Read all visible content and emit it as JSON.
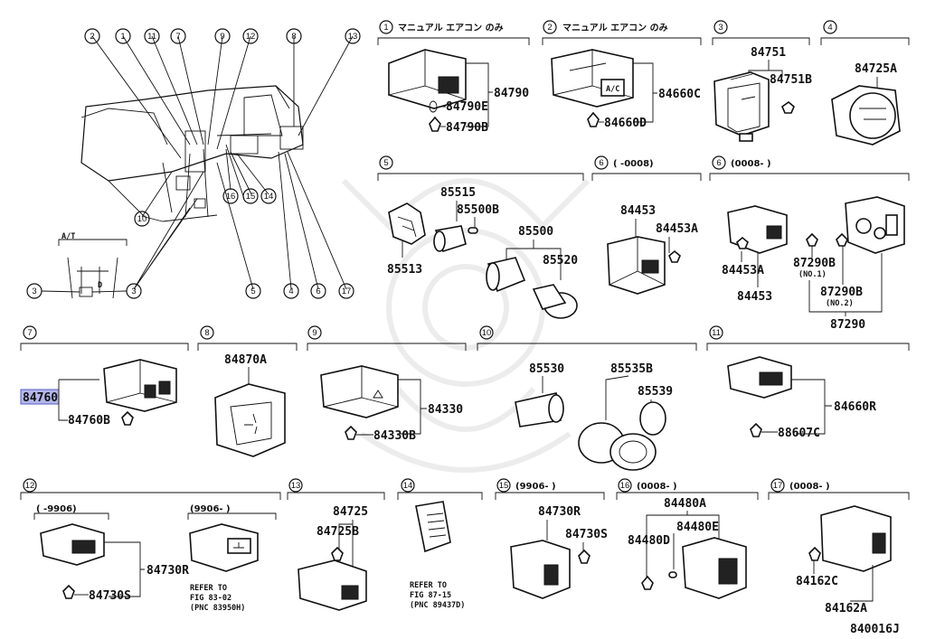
{
  "figure_code": "840016J",
  "at_label": "A/T",
  "callouts": {
    "c1": "1",
    "c2": "2",
    "c3": "3",
    "c4": "4",
    "c5": "5",
    "c6": "6",
    "c7": "7",
    "c8": "8",
    "c9": "9",
    "c10": "10",
    "c11": "11",
    "c12": "12",
    "c13": "13",
    "c14": "14",
    "c15": "15",
    "c16": "16",
    "c17": "17"
  },
  "sections": {
    "s1": {
      "n": "1",
      "title": "マニュアル エアコン のみ"
    },
    "s2": {
      "n": "2",
      "title": "マニュアル エアコン のみ"
    },
    "s3": {
      "n": "3"
    },
    "s4": {
      "n": "4"
    },
    "s5": {
      "n": "5"
    },
    "s6a": {
      "n": "6",
      "range": "(    -0008)"
    },
    "s6b": {
      "n": "6",
      "range": "(0008-      )"
    },
    "s7": {
      "n": "7"
    },
    "s8": {
      "n": "8"
    },
    "s9": {
      "n": "9"
    },
    "s10": {
      "n": "10"
    },
    "s11": {
      "n": "11"
    },
    "s12": {
      "n": "12",
      "range_a": "(    -9906)",
      "range_b": "(9906-     )"
    },
    "s13": {
      "n": "13"
    },
    "s14": {
      "n": "14"
    },
    "s15": {
      "n": "15",
      "range": "(9906-      )"
    },
    "s16": {
      "n": "16",
      "range": "(0008-      )"
    },
    "s17": {
      "n": "17",
      "range": "(0008-      )"
    }
  },
  "parts": {
    "p84790": "84790",
    "p84790E": "84790E",
    "p84790B": "84790B",
    "p84660C": "84660C",
    "p84660D": "84660D",
    "p84751": "84751",
    "p84751B": "84751B",
    "p84725A": "84725A",
    "p85515": "85515",
    "p85500B": "85500B",
    "p85500": "85500",
    "p85520": "85520",
    "p85513": "85513",
    "p84453_a": "84453",
    "p84453A_a": "84453A",
    "p84453A_b": "84453A",
    "p84453_b": "84453",
    "p87290B_1": "87290B",
    "no1": "(NO.1)",
    "p87290B_2": "87290B",
    "no2": "(NO.2)",
    "p87290": "87290",
    "p84760": "84760",
    "p84760B": "84760B",
    "p84870A": "84870A",
    "p84330": "84330",
    "p84330B": "84330B",
    "p85530": "85530",
    "p85535B": "85535B",
    "p85539": "85539",
    "p84660R": "84660R",
    "p88607C": "88607C",
    "p84730R": "84730R",
    "p84730S": "84730S",
    "p84725": "84725",
    "p84725B": "84725B",
    "p84730R_b": "84730R",
    "p84730S_b": "84730S",
    "p84480A": "84480A",
    "p84480E": "84480E",
    "p84480D": "84480D",
    "p84162C": "84162C",
    "p84162A": "84162A"
  },
  "refs": {
    "r1": {
      "line1": "REFER TO",
      "line2": "FIG 83-02",
      "line3": "(PNC 83950H)"
    },
    "r2": {
      "line1": "REFER TO",
      "line2": "FIG 87-15",
      "line3": "(PNC 89437D)"
    }
  },
  "highlight_color": "#b3b6ea"
}
